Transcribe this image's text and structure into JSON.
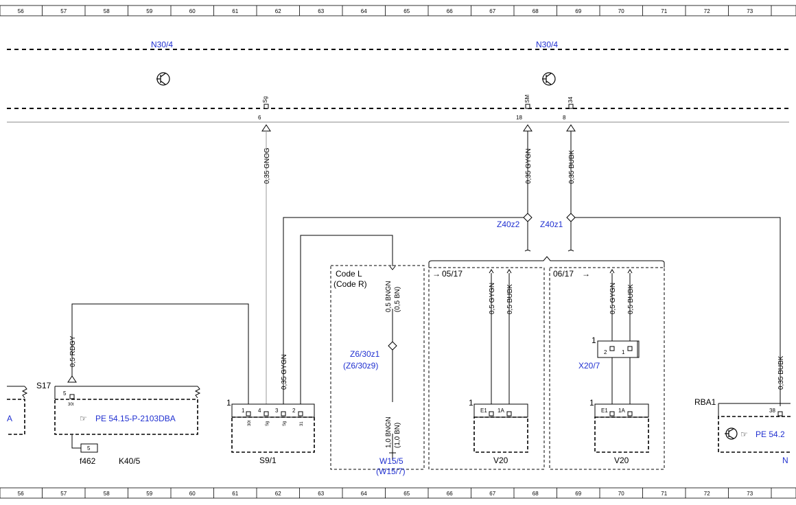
{
  "ruler": {
    "numbers": [
      "56",
      "57",
      "58",
      "59",
      "60",
      "61",
      "62",
      "63",
      "64",
      "65",
      "66",
      "67",
      "68",
      "69",
      "70",
      "71",
      "72",
      "73"
    ]
  },
  "modules": {
    "left": "N30/4",
    "right": "N30/4"
  },
  "pins_top": {
    "a_num": "6",
    "a_sig": "Sg",
    "b_num": "18",
    "b_sig": "SM",
    "c_num": "8",
    "c_sig": "34"
  },
  "wires": {
    "gnog": "0,35 GNOG",
    "gygn_top": "0,35 GYGN",
    "bubk_top": "0,35 BUBK",
    "rdgy": "0,5 RDGY",
    "gygn_mid": "0,35 GYGN",
    "bngn": "0,5 BNGN",
    "bn": "(0,5 BN)",
    "bngn_low": "1,0 BNGN",
    "bn_low": "(1,0 BN)",
    "gygn_v1": "0,5 GYGN",
    "bubk_v1": "0,5 BUBK",
    "gygn_v2": "0,5 GYGN",
    "bubk_v2": "0,5 BUBK",
    "bubk_right": "0,35 BUBK"
  },
  "splices": {
    "z40z2": "Z40z2",
    "z40z1": "Z40z1",
    "z6_a": "Z6/30z1",
    "z6_b": "(Z6/30z9)"
  },
  "code": {
    "line1": "Code L",
    "line2": "(Code R)"
  },
  "variants": {
    "a": "05/17",
    "b": "06/17"
  },
  "components": {
    "s17": "S17",
    "s17_pin": "5",
    "s17_sub": "30t",
    "pe_ref": "PE 54.15-P-2103DBA",
    "fuse": "5",
    "f462": "f462",
    "k40": "K40/5",
    "s9_label": "S9/1",
    "s9_one": "1",
    "s9_pins": [
      "1",
      "4",
      "3",
      "2"
    ],
    "s9_sub": [
      "30t",
      "Sg",
      "Sg",
      "31"
    ],
    "w15_a": "W15/5",
    "w15_b": "(W15/7)",
    "x20": "X20/7",
    "x20_one": "1",
    "x20_pins": [
      "2",
      "1"
    ],
    "v20_a": "V20",
    "v20_b": "V20",
    "v_one": "1",
    "v_pins": [
      "E1",
      "1A"
    ],
    "rba1": "RBA1",
    "rba_pin": "38",
    "pe_right": "PE 54.2",
    "n_right": "N",
    "left_cut": "A"
  }
}
